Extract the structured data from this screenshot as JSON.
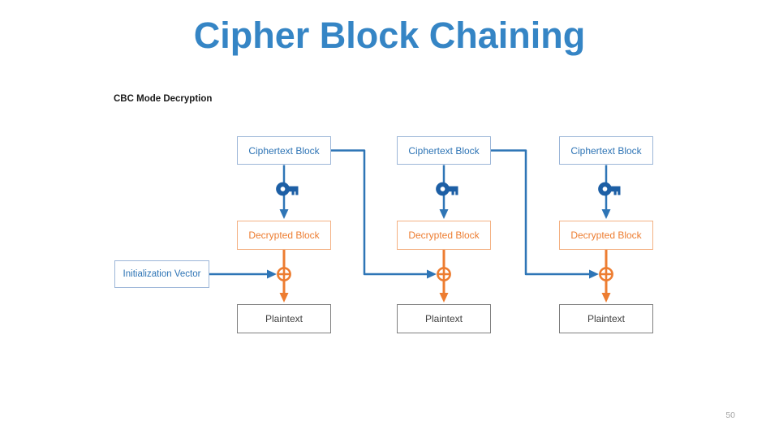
{
  "slide": {
    "title": "Cipher Block Chaining",
    "subtitle": "CBC Mode Decryption",
    "page_number": "50"
  },
  "colors": {
    "background": "#ffffff",
    "title_blue": "#3585c5",
    "subtitle_black": "#1a1a1a",
    "line_blue": "#2e75b6",
    "box_blue_border": "#9cb6d8",
    "box_blue_text": "#2e74b5",
    "key_blue": "#1d5fa5",
    "orange": "#ed7d31",
    "orange_border": "#f4b183",
    "gray_border": "#7f7f7f",
    "dark_text": "#404040",
    "page_gray": "#a6a6a6"
  },
  "diagram": {
    "iv_label": "Initialization Vector",
    "icons": {
      "key": "key-icon",
      "xor": "xor-circle-plus-icon"
    },
    "columns": [
      {
        "ciphertext_label": "Ciphertext Block",
        "decrypted_label": "Decrypted Block",
        "plaintext_label": "Plaintext"
      },
      {
        "ciphertext_label": "Ciphertext Block",
        "decrypted_label": "Decrypted Block",
        "plaintext_label": "Plaintext"
      },
      {
        "ciphertext_label": "Ciphertext Block",
        "decrypted_label": "Decrypted Block",
        "plaintext_label": "Plaintext"
      }
    ]
  }
}
